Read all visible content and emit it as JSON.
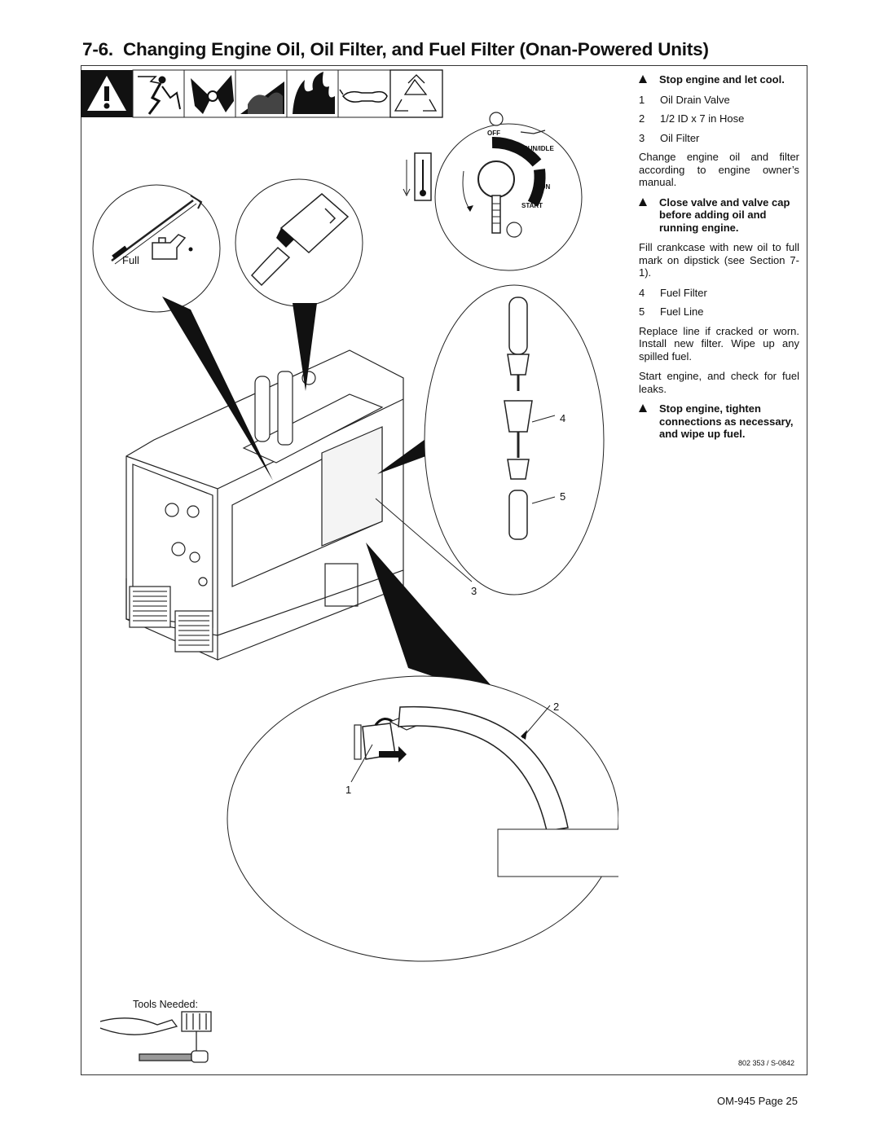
{
  "heading": {
    "number": "7-6.",
    "title": "Changing Engine Oil, Oil Filter, and Fuel Filter (Onan-Powered Units)"
  },
  "instructions": {
    "warning_1": "Stop engine and let cool.",
    "items_a": [
      {
        "n": "1",
        "text": "Oil Drain Valve"
      },
      {
        "n": "2",
        "text": "1/2 ID x 7 in Hose"
      },
      {
        "n": "3",
        "text": "Oil Filter"
      }
    ],
    "para_1": "Change engine oil and filter according to engine owner’s manual.",
    "warning_2": "Close valve and valve cap before adding oil and running engine.",
    "para_2": "Fill crankcase with new oil to full mark on dipstick (see Section 7-1).",
    "items_b": [
      {
        "n": "4",
        "text": "Fuel Filter"
      },
      {
        "n": "5",
        "text": "Fuel Line"
      }
    ],
    "para_3": "Replace line if cracked or worn. Install new filter. Wipe up any spilled fuel.",
    "para_4": "Start engine, and check for fuel leaks.",
    "warning_3": "Stop engine, tighten connections as necessary, and wipe up fuel."
  },
  "figure": {
    "dipstick_label": "Full",
    "control_labels": {
      "off": "OFF",
      "run_idle": "RUN/IDLE",
      "run": "RUN",
      "start": "START"
    },
    "callouts": {
      "c1": "1",
      "c2": "2",
      "c3": "3",
      "c4": "4",
      "c5": "5"
    },
    "tools_label": "Tools Needed:",
    "doc_number": "802 353 / S-0842"
  },
  "footer": {
    "page": "OM-945 Page 25"
  }
}
